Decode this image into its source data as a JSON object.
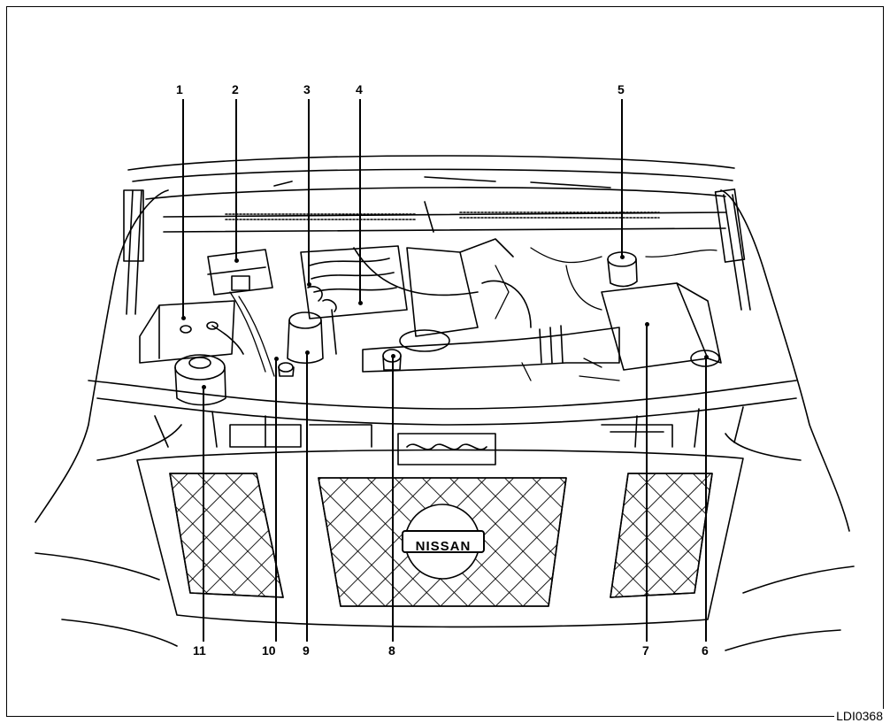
{
  "callouts": [
    "1",
    "2",
    "3",
    "4",
    "5",
    "6",
    "7",
    "8",
    "9",
    "10",
    "11"
  ],
  "grille_badge": "NISSAN",
  "figure_code": "LDI0368"
}
